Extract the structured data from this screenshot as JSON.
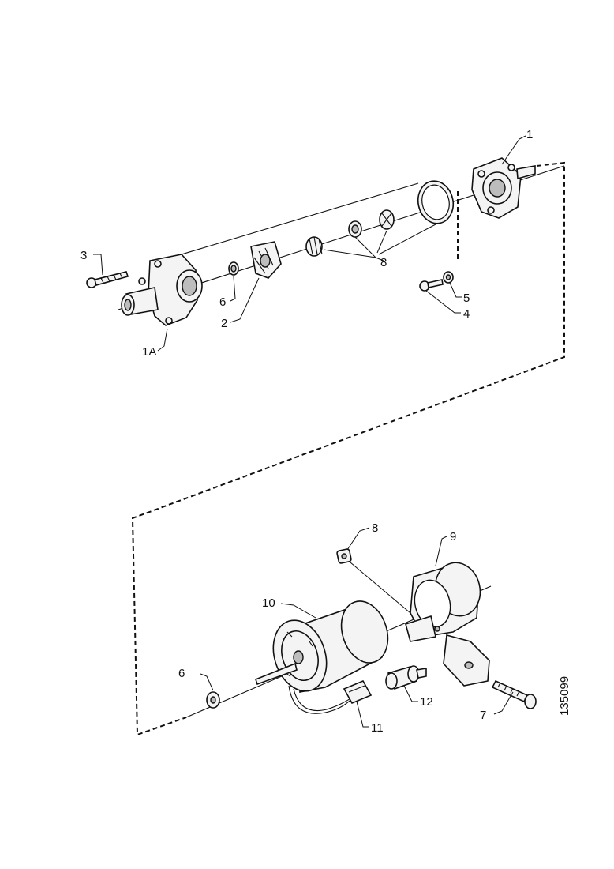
{
  "callouts": {
    "c1": "1",
    "c1a": "1A",
    "c2": "2",
    "c3": "3",
    "c4": "4",
    "c5": "5",
    "c6_top": "6",
    "c6_bottom": "6",
    "c7": "7",
    "c8_top": "8",
    "c8_bottom": "8",
    "c9": "9",
    "c10": "10",
    "c11": "11",
    "c12": "12"
  },
  "reference_number": "135099"
}
